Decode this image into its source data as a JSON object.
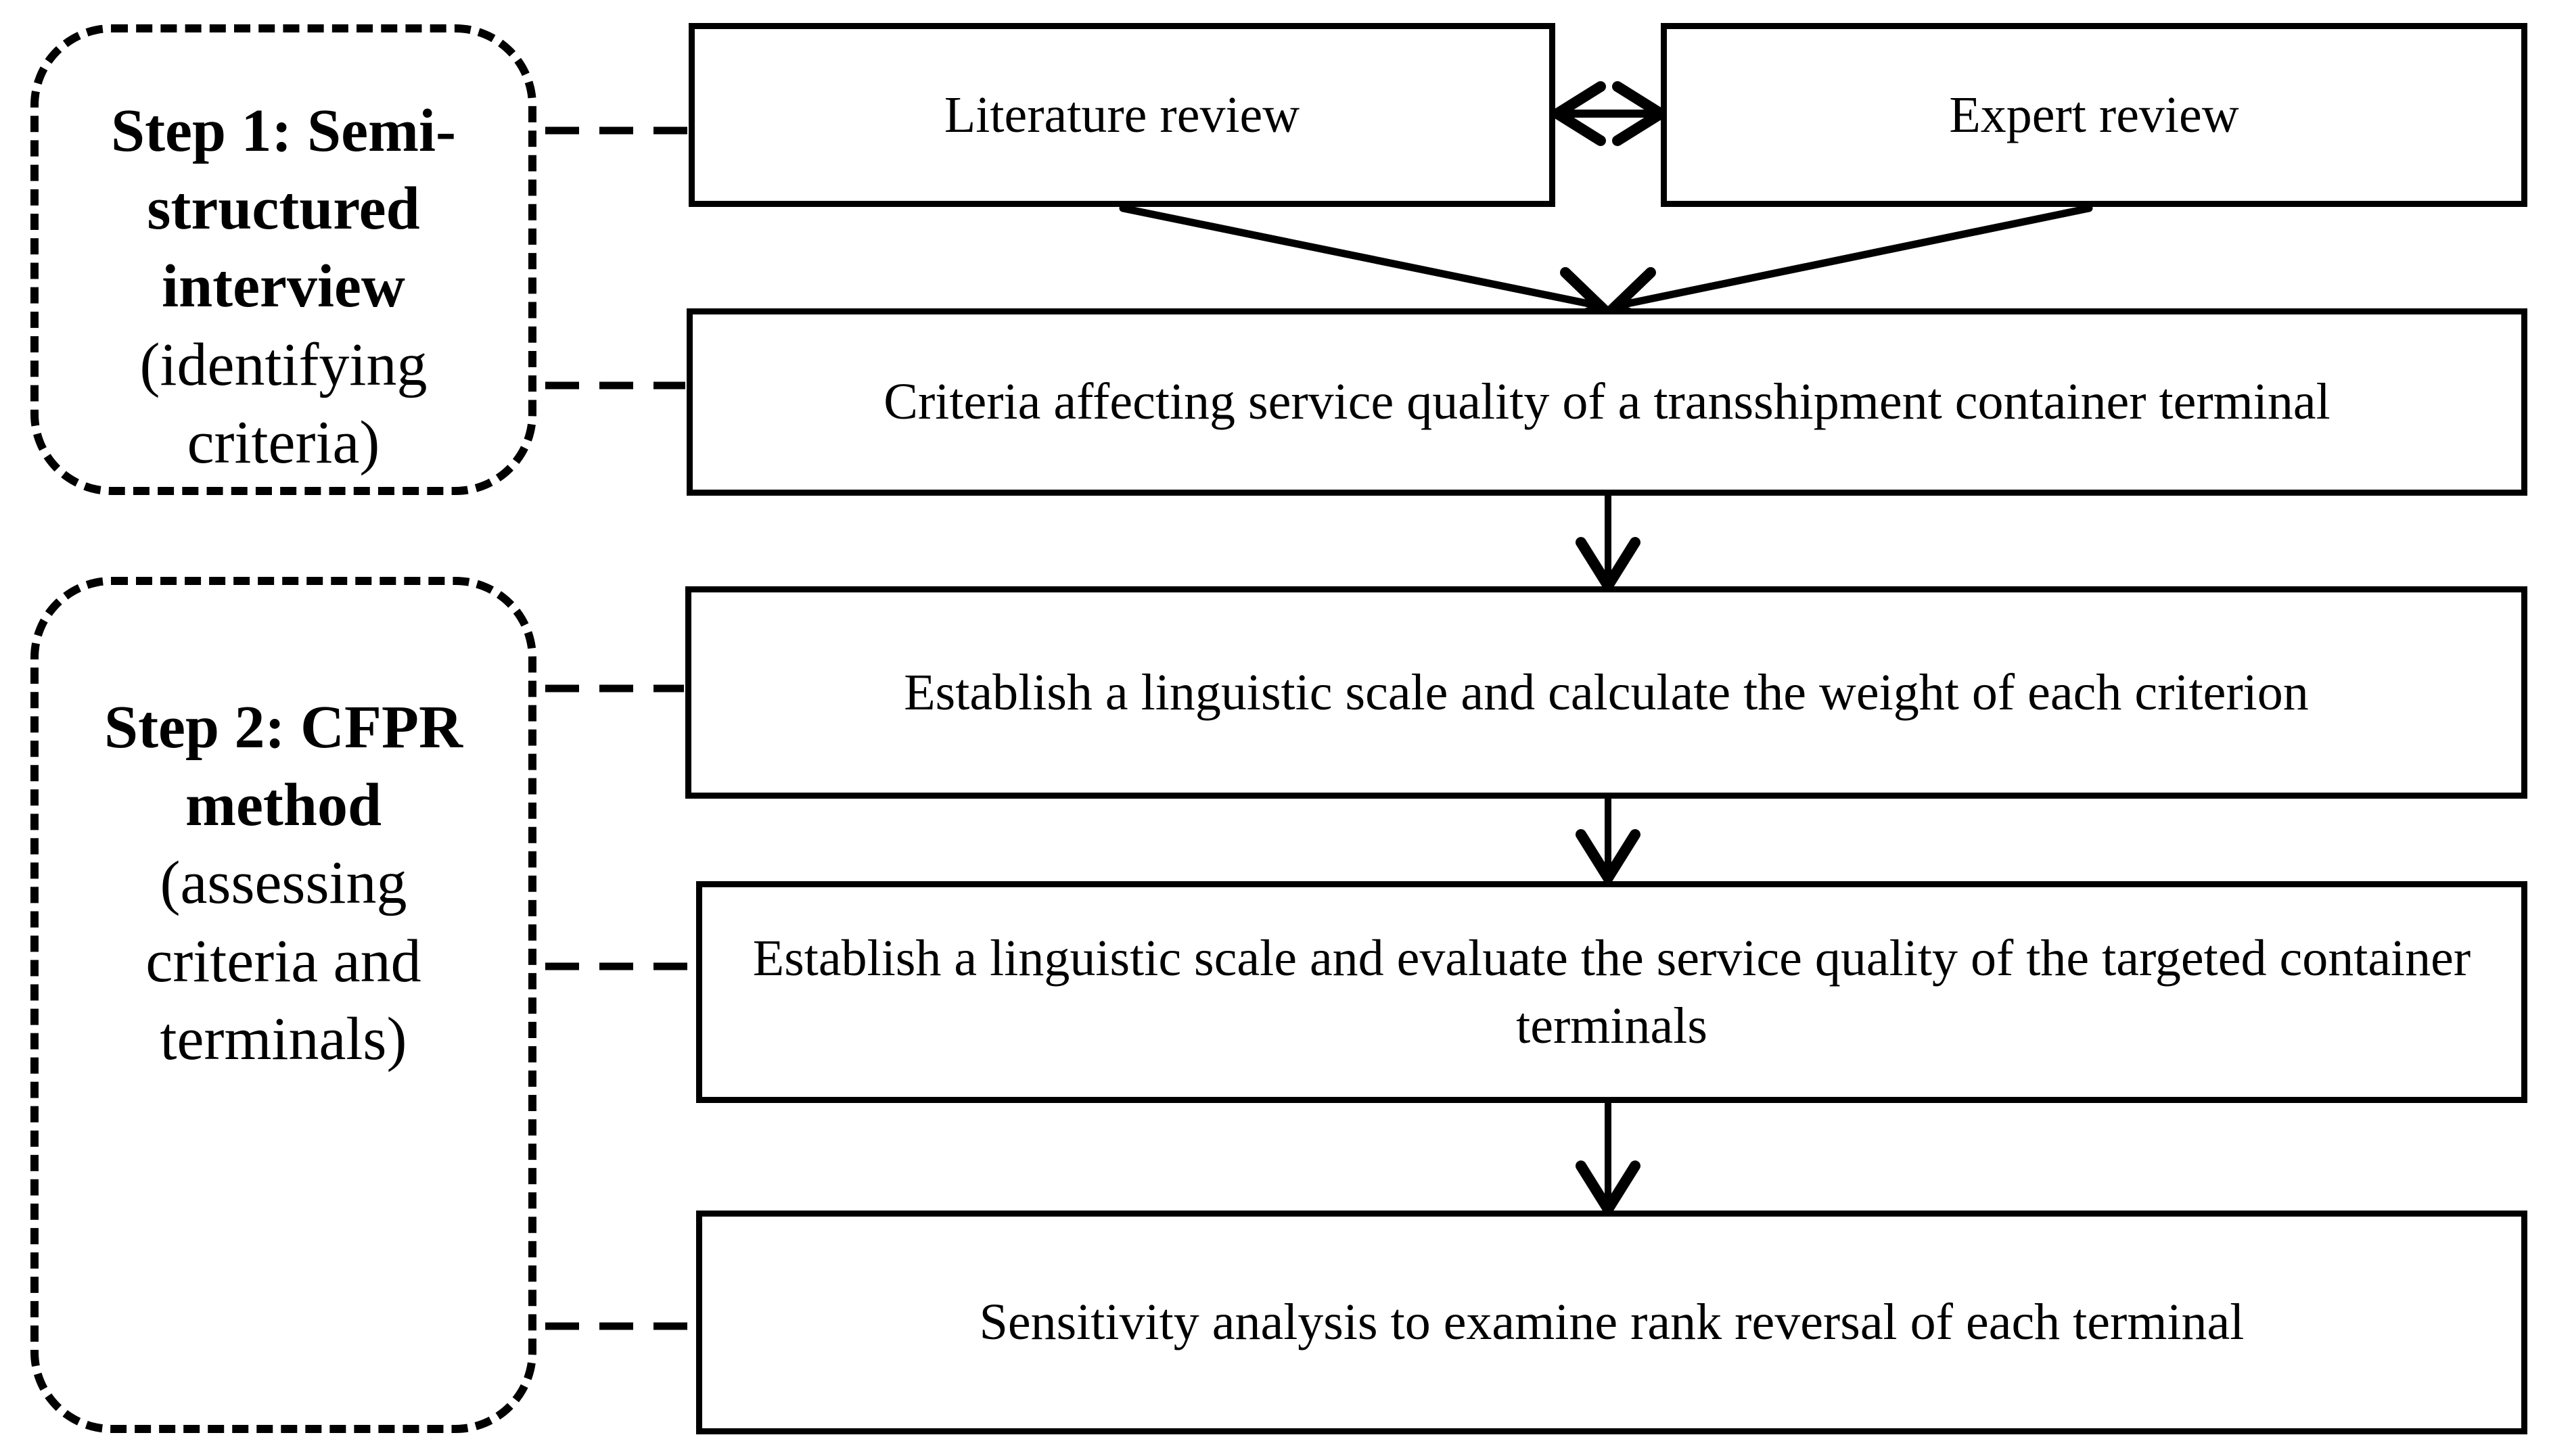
{
  "figure": {
    "background_color": "#ffffff",
    "line_color": "#000000"
  },
  "side_labels": [
    {
      "id": "step-1",
      "title": "Step 1: Semi-structured interview",
      "subtitle": "(identifying criteria)"
    },
    {
      "id": "step-2",
      "title": "Step 2: CFPR method",
      "subtitle": "(assessing criteria and terminals)"
    }
  ],
  "flow_boxes": [
    {
      "id": "literature-review",
      "label": "Literature review"
    },
    {
      "id": "expert-review",
      "label": "Expert review"
    },
    {
      "id": "criteria",
      "label": "Criteria affecting service quality of a transshipment container terminal"
    },
    {
      "id": "weights",
      "label": "Establish a linguistic scale and calculate the weight of each criterion"
    },
    {
      "id": "evaluation",
      "label": "Establish a linguistic scale and evaluate the service quality of the targeted container terminals"
    },
    {
      "id": "sensitivity",
      "label": "Sensitivity analysis to examine rank reversal of each terminal"
    }
  ]
}
